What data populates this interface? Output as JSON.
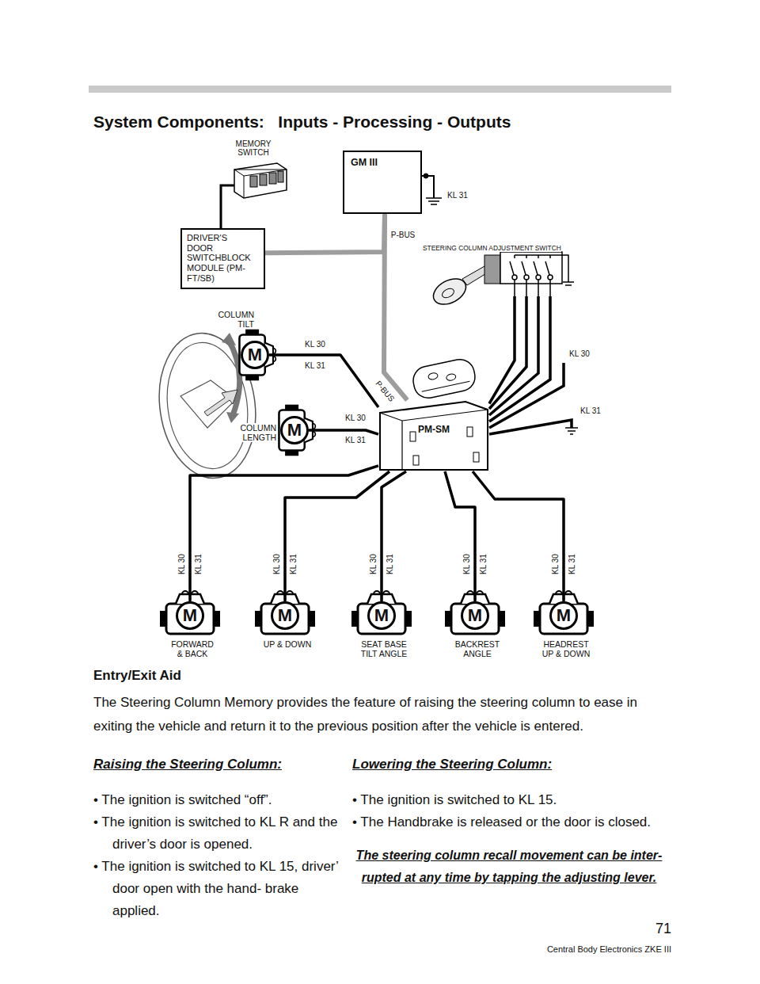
{
  "diagram": {
    "title": "System Components:   Inputs - Processing - Outputs",
    "nodes": [
      {
        "text": [
          "MEMORY SWITCH"
        ]
      },
      {
        "text": [
          "GM III"
        ]
      },
      {
        "text": [
          "DRIVER'S DOOR SWITCHBLOCK MODULE (PM-FT/SB)"
        ]
      },
      {
        "text": [
          "STEERING COLUMN ADJUSTMENT SWITCH"
        ]
      },
      {
        "text": [
          "M",
          "COLUMN TILT"
        ]
      },
      {
        "text": [
          "M",
          "COLUMN LENGTH"
        ]
      },
      {
        "text": [
          "PM-SM"
        ]
      },
      {
        "text": [
          "M",
          "FORWARD & BACK"
        ]
      },
      {
        "text": [
          "M",
          "UP & DOWN"
        ]
      },
      {
        "text": [
          "M",
          "SEAT BASE TILT ANGLE"
        ]
      },
      {
        "text": [
          "M",
          "BACKREST ANGLE"
        ]
      },
      {
        "text": [
          "M",
          "HEADREST UP & DOWN"
        ]
      }
    ],
    "edges": [
      {
        "from": 0,
        "to": 2,
        "arrow": "none"
      },
      {
        "from": 2,
        "to": 1,
        "label": "P-BUS",
        "arrow": "none"
      },
      {
        "from": 1,
        "to": 6,
        "label": "P-BUS",
        "arrow": "none"
      },
      {
        "from": 3,
        "to": 6,
        "arrow": "none"
      },
      {
        "from": 4,
        "to": 6,
        "arrow": "none"
      },
      {
        "from": 5,
        "to": 6,
        "arrow": "none"
      },
      {
        "from": 7,
        "to": 6,
        "arrow": "none"
      },
      {
        "from": 8,
        "to": 6,
        "arrow": "none"
      },
      {
        "from": 9,
        "to": 6,
        "arrow": "none"
      },
      {
        "from": 10,
        "to": 6,
        "arrow": "none"
      },
      {
        "from": 11,
        "to": 6,
        "arrow": "none"
      }
    ],
    "labels": [
      "KL 31",
      "KL 30",
      "KL 31",
      "KL 30",
      "KL 31",
      "KL 30",
      "KL 31",
      "KL 30",
      "KL 31",
      "KL 30",
      "KL 31",
      "KL 30",
      "KL 31",
      "KL 30",
      "KL 31",
      "KL 30",
      "KL 31",
      "Entry/Exit Aid",
      "The Steering Column Memory provides the feature of raising the steering column to ease in exiting the vehicle and return it to the previous position after the vehicle is entered.",
      "Raising the Steering Column:",
      "• The ignition is switched “off”.",
      "• The ignition is switched to KL R and the driver’s door is opened.",
      "• The ignition is switched to KL 15, driver’s door open with the hand- brake applied.",
      "Lowering the Steering Column:",
      "• The ignition is switched to KL 15.",
      "• The Handbrake is released or the door is closed.",
      "The steering column recall movement can be inter- rupted at any time by tapping the adjusting lever.",
      "71",
      "Central Body Electronics ZKE III"
    ]
  }
}
